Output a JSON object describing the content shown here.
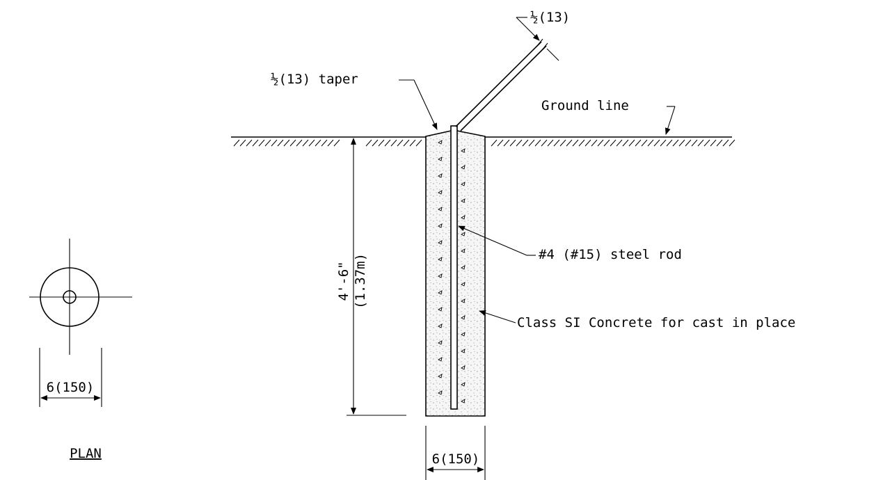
{
  "plan": {
    "title": "PLAN",
    "width_label": "6(150)"
  },
  "section": {
    "rod_end_label": "½(13)",
    "taper_label": "½(13) taper",
    "ground_line_label": "Ground line",
    "rod_label": "#4 (#15) steel rod",
    "concrete_label": "Class SI Concrete for cast in place",
    "depth_label": "4'-6\"",
    "depth_metric_label": "(1.37m)",
    "width_label": "6(150)"
  },
  "colors": {
    "ink": "#000000",
    "concrete_fill": "#f6f6f6",
    "stipple": "#7a7a7a"
  }
}
